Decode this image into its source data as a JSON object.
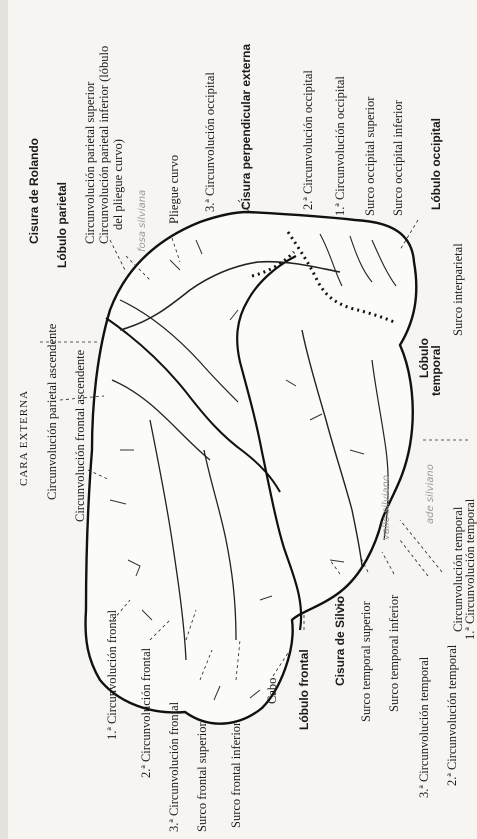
{
  "diagram": {
    "title": "CARA EXTERNA",
    "labels": {
      "cisura_rolando": "Cisura de Rolando",
      "lobulo_parietal": "Lóbulo parietal",
      "circ_parietal_superior": "Circunvolución parietal superior",
      "circ_parietal_inferior": "Circunvolución parietal inferior (lóbulo",
      "circ_parietal_inferior_2": "del pliegue curvo)",
      "pliegue_curvo": "Pliegue curvo",
      "circ_occipital_3": "3.ª Circunvolución occipital",
      "cisura_perpendicular": "Cisura perpendicular externa",
      "circ_occipital_2": "2.ª Circunvolución occipital",
      "circ_occipital_1": "1.ª Circunvolución occipital",
      "surco_occipital_superior": "Surco occipital superior",
      "surco_occipital_inferior": "Surco occipital inferior",
      "lobulo_occipital": "Lóbulo occipital",
      "surco_interparietal": "Surco interparietal",
      "lobulo_temporal_1": "Lóbulo",
      "lobulo_temporal_2": "temporal",
      "circ_parietal_ascendente": "Circunvolución parietal ascendente",
      "circ_frontal_ascendente": "Circunvolución frontal ascendente",
      "circ_frontal_1": "1.ª Circunvolución frontal",
      "circ_frontal_2": "2.ª Circunvolución frontal",
      "circ_frontal_3": "3.ª Circunvolución frontal",
      "surco_frontal_superior": "Surco frontal superior",
      "surco_frontal_inferior": "Surco frontal inferior",
      "cabo": "Cabo",
      "lobulo_frontal": "Lóbulo frontal",
      "cisura_silvio": "Cisura de Silvio",
      "surco_temporal_superior": "Surco temporal superior",
      "surco_temporal_inferior": "Surco temporal inferior",
      "circ_temporal_3": "3.ª Circunvolución temporal",
      "circ_temporal_2": "2.ª Circunvolución temporal",
      "circ_temporal_1_a": "Circunvolución temporal",
      "circ_temporal_1_b": "1.ª Circunvolución temporal"
    },
    "handwritten": {
      "fosa_silviana": "fosa silviana",
      "valle_silviano": "valle silviano",
      "ade_silviano": "ade silviano"
    }
  }
}
